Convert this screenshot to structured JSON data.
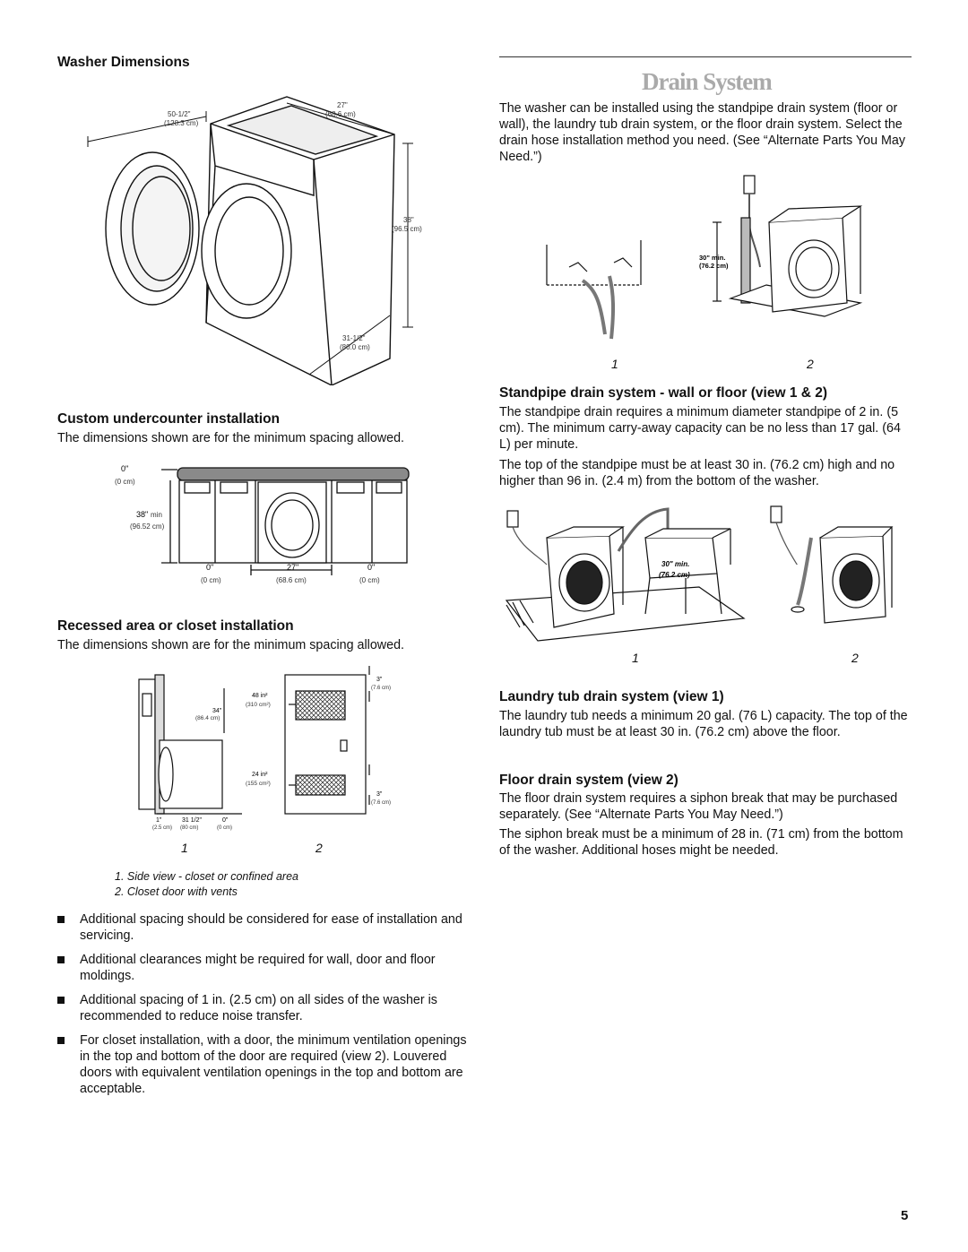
{
  "left": {
    "washer_dimensions": {
      "heading": "Washer Dimensions",
      "dims": {
        "door_in": "50-1/2\"",
        "door_cm": "(128.3 cm)",
        "width_in": "27\"",
        "width_cm": "(68.6 cm)",
        "height_in": "38\"",
        "height_cm": "(96.5 cm)",
        "depth_in": "31-1/2\"",
        "depth_cm": "(80.0 cm)"
      }
    },
    "undercounter": {
      "heading": "Custom undercounter installation",
      "text": "The dimensions shown are for the minimum spacing allowed.",
      "dims": {
        "top_in": "0\"",
        "top_cm": "(0 cm)",
        "min_in": "38\"",
        "min_word": "min",
        "min_cm": "(96.52 cm)",
        "left_in": "0\"",
        "left_cm": "(0 cm)",
        "mid_in": "27\"",
        "mid_cm": "(68.6 cm)",
        "right_in": "0\"",
        "right_cm": "(0 cm)"
      }
    },
    "recessed": {
      "heading": "Recessed area or closet installation",
      "text": "The dimensions shown are for the minimum spacing allowed.",
      "dims": {
        "side_in": "34\"",
        "side_cm": "(86.4 cm)",
        "bot1_in": "1\"",
        "bot1_cm": "(2.5 cm)",
        "bot2_in": "31 1/2\"",
        "bot2_cm": "(80 cm)",
        "bot3_in": "0\"",
        "bot3_cm": "(0 cm)",
        "vent_top": "48 in²",
        "vent_top_cm": "(310 cm²)",
        "vent_bot": "24 in²",
        "vent_bot_cm": "(155 cm²)",
        "gap_top_in": "3\"",
        "gap_top_cm": "(7.6 cm)",
        "gap_bot_in": "3\"",
        "gap_bot_cm": "(7.6 cm)"
      },
      "fig_nums": [
        "1",
        "2"
      ],
      "captions": [
        "1. Side view - closet or confined area",
        "2. Closet door with vents"
      ]
    },
    "bullets": [
      "Additional spacing should be considered for ease of installation and servicing.",
      "Additional clearances might be required for wall, door and floor moldings.",
      "Additional spacing of 1 in. (2.5 cm) on all sides of the washer is recommended to reduce noise transfer.",
      "For closet installation, with a door, the minimum ventilation openings in the top and bottom of the door are required (view 2). Louvered doors with equivalent ventilation openings in the top and bottom are acceptable."
    ]
  },
  "right": {
    "title": "Drain System",
    "intro": "The washer can be installed using the standpipe drain system (floor or wall), the laundry tub drain system, or the floor drain system. Select the drain hose installation method you need. (See “Alternate Parts You May Need.”)",
    "fig1": {
      "label_in": "30\" min.",
      "label_cm": "(76.2 cm)",
      "nums": [
        "1",
        "2"
      ]
    },
    "standpipe": {
      "heading": "Standpipe drain system - wall or floor (view 1 & 2)",
      "p1": "The standpipe drain requires a minimum diameter standpipe of 2 in. (5 cm). The minimum carry-away capacity can be no less than 17 gal. (64 L) per minute.",
      "p2": "The top of the standpipe must be at least 30 in. (76.2 cm) high and no higher than 96 in. (2.4 m) from the bottom of the washer."
    },
    "fig2": {
      "label_in": "30\" min.",
      "label_cm": "(76.2 cm)",
      "nums": [
        "1",
        "2"
      ]
    },
    "laundry_tub": {
      "heading": "Laundry tub drain system (view 1)",
      "text": "The laundry tub needs a minimum 20 gal. (76 L) capacity. The top of the laundry tub must be at least 30 in. (76.2 cm) above the floor."
    },
    "floor_drain": {
      "heading": "Floor drain system (view 2)",
      "p1": "The floor drain system requires a siphon break that may be purchased separately. (See “Alternate Parts You May Need.”)",
      "p2": "The siphon break must be a minimum of 28 in. (71 cm) from the bottom of the washer. Additional hoses might be needed."
    }
  },
  "page_number": "5"
}
